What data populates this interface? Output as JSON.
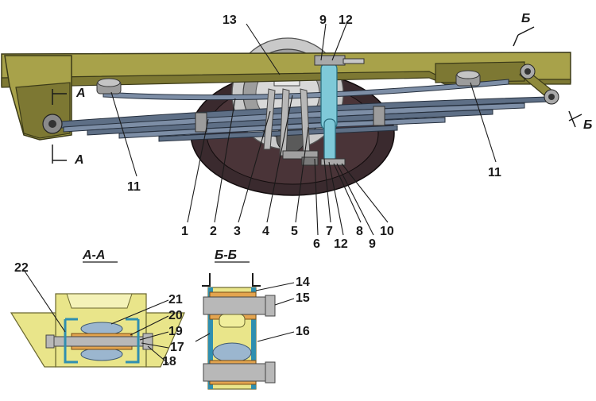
{
  "callouts": {
    "n1": "1",
    "n2": "2",
    "n3": "3",
    "n4": "4",
    "n5": "5",
    "n6": "6",
    "n7": "7",
    "n8": "8",
    "n9_top": "9",
    "n9_bottom": "9",
    "n10": "10",
    "n11_left": "11",
    "n11_right": "11",
    "n12_top": "12",
    "n12_bottom": "12",
    "n13": "13",
    "n14": "14",
    "n15": "15",
    "n16": "16",
    "n17": "17",
    "n18": "18",
    "n19": "19",
    "n20": "20",
    "n21": "21",
    "n22": "22"
  },
  "section_marks": {
    "a_top": "A",
    "a_bottom": "A",
    "b_top": "Б",
    "b_right": "Б"
  },
  "section_titles": {
    "aa": "A-A",
    "bb": "Б-Б"
  }
}
